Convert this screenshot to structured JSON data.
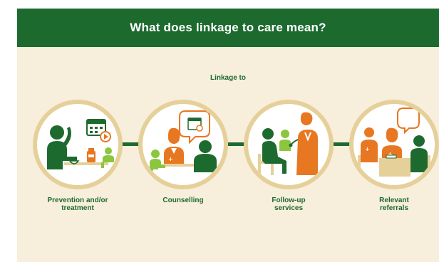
{
  "header": {
    "title": "What does linkage to care mean?"
  },
  "subtitle": "Linkage to",
  "steps": [
    {
      "label_line1": "Prevention and/or",
      "label_line2": "treatment",
      "icon": "prevention-treatment-illustration"
    },
    {
      "label_line1": "Counselling",
      "label_line2": "",
      "icon": "counselling-illustration"
    },
    {
      "label_line1": "Follow-up",
      "label_line2": "services",
      "icon": "follow-up-services-illustration"
    },
    {
      "label_line1": "Relevant",
      "label_line2": "referrals",
      "icon": "referrals-illustration"
    }
  ],
  "colors": {
    "header_green": "#1d6a2f",
    "background_cream": "#f7eedb",
    "ring_gold": "#e6d09a",
    "accent_orange": "#e87722",
    "light_green": "#8cc63f"
  }
}
